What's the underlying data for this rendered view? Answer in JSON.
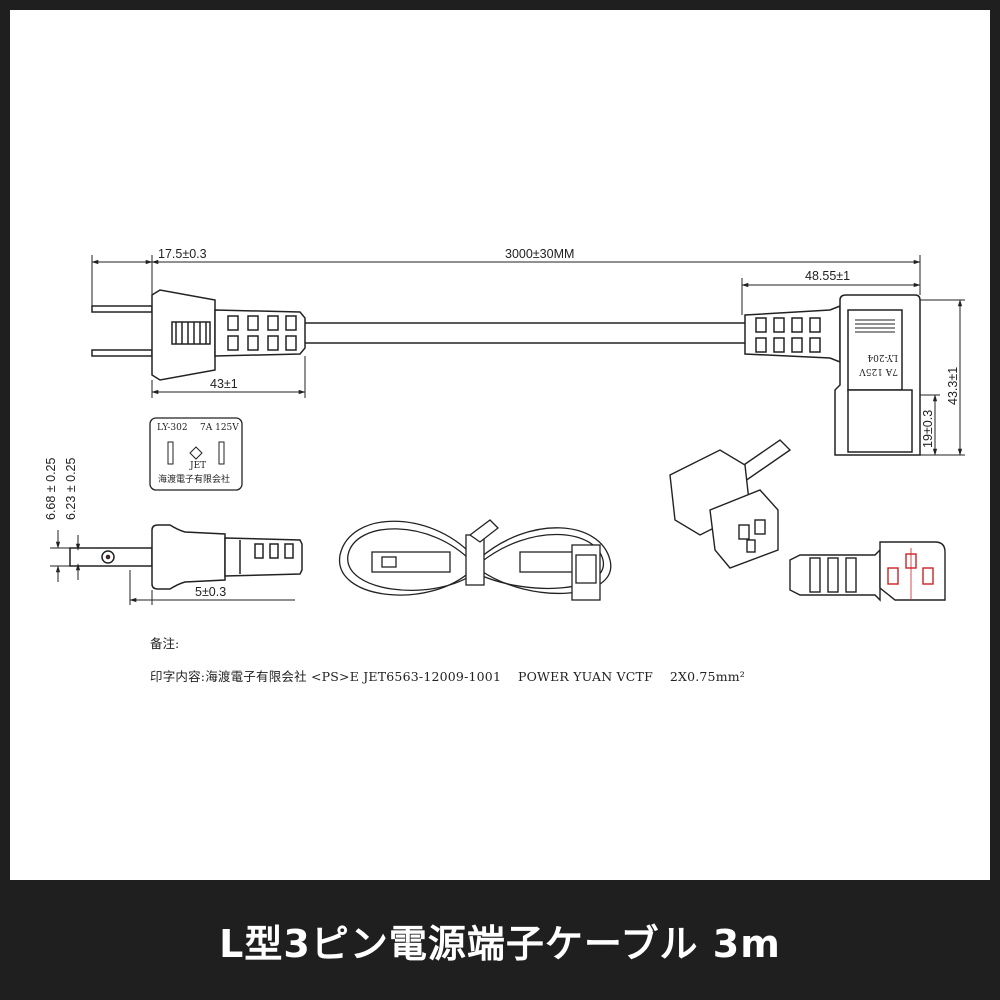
{
  "dimensions": {
    "prong_depth": "17.5±0.3",
    "cable_length": "3000±30MM",
    "connector_length": "48.55±1",
    "plug_length": "43±1",
    "connector_height": "43.3±1",
    "connector_socket_height": "19±0.3",
    "prong_width_outer": "6.68 ± 0.25",
    "prong_width_inner": "6.23 ± 0.25",
    "prong_hole_offset": "5±0.3"
  },
  "plug_face": {
    "model": "LY-302",
    "rating": "7A 125V",
    "mark": "JET",
    "maker": "海渡電子有限会社"
  },
  "connector_face": {
    "model": "LY-204",
    "rating": "7A 125V"
  },
  "notes": {
    "label": "备注:",
    "text": "印字内容:海渡電子有限会社 <PS>E JET6563-12009-1001　 POWER YUAN VCTF　 2X0.75mm²"
  },
  "footer": {
    "title": "L型3ピン電源端子ケーブル 3m"
  },
  "colors": {
    "background": "#1f1f1f",
    "panel": "#ffffff",
    "line": "#222222",
    "socket_highlight": "#cc2222"
  }
}
